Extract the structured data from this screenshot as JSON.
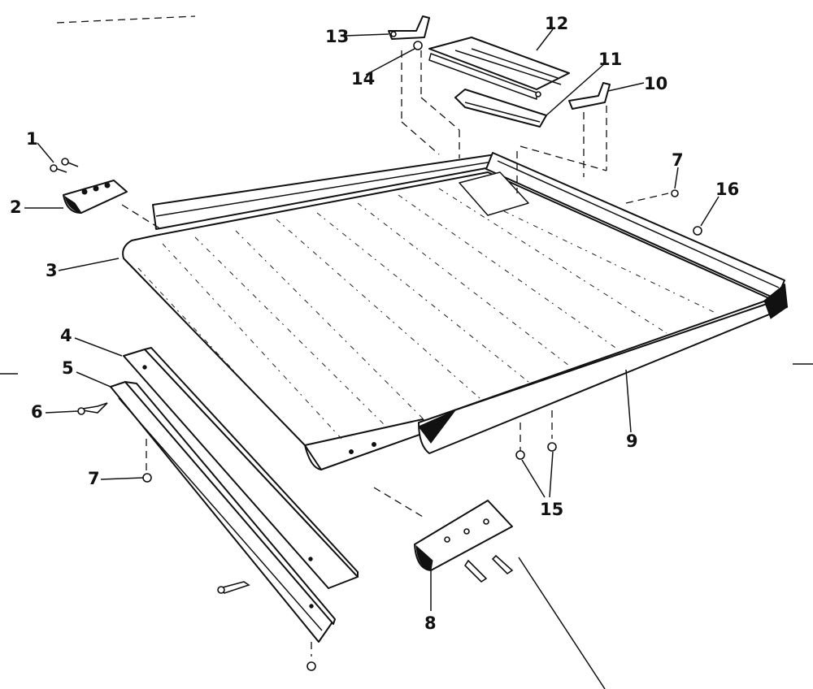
{
  "callouts": {
    "c1": "1",
    "c2": "2",
    "c3": "3",
    "c4": "4",
    "c5": "5",
    "c6": "6",
    "c7a": "7",
    "c7b": "7",
    "c8": "8",
    "c9": "9",
    "c10": "10",
    "c11": "11",
    "c12": "12",
    "c13": "13",
    "c14": "14",
    "c15": "15",
    "c16": "16"
  },
  "colors": {
    "ink": "#111111",
    "paper": "#ffffff"
  }
}
